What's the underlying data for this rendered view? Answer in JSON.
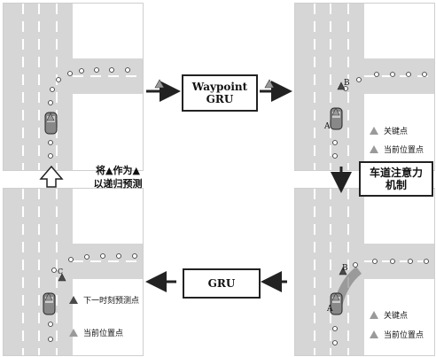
{
  "figure": {
    "modules": {
      "waypoint_gru": {
        "line1": "Waypoint",
        "line2": "GRU"
      },
      "lane_attention": {
        "line1": "车道注意力",
        "line2": "机制"
      },
      "gru": {
        "label": "GRU"
      }
    },
    "recursion_note": {
      "line1": "将▲作为▲",
      "line2": "以递归预测"
    },
    "point_labels": {
      "a": "A",
      "b": "B",
      "c": "C"
    },
    "legend_right_top": {
      "key": "关键点",
      "current": "当前位置点"
    },
    "legend_right_bottom": {
      "key": "关键点",
      "current": "当前位置点"
    },
    "legend_left_bottom": {
      "next": "下一时刻预测点",
      "current": "当前位置点"
    },
    "colors": {
      "road": "#d6d6d6",
      "lane_dash": "#ffffff",
      "tri_gray": "#9a9a9a",
      "tri_dark": "#4a4a4a",
      "arrow": "#222222"
    },
    "icons": [
      "car-icon",
      "triangle-marker-icon",
      "waypoint-dot-icon",
      "arrow-right-icon",
      "arrow-down-icon",
      "arrow-left-icon",
      "hollow-arrow-up-icon"
    ]
  }
}
